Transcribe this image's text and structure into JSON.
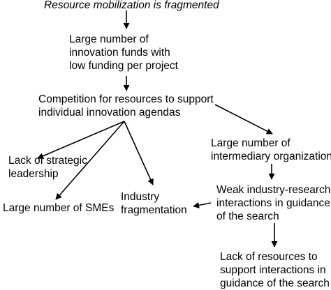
{
  "diagram": {
    "nodes": {
      "root": "Resource mobilization is fragmented",
      "funds": "Large number of\ninnovation funds with\nlow funding per project",
      "competition": "Competition for resources to support\nindividual innovation agendas",
      "intermediary": "Large number of\nintermediary organizations",
      "leadership": "Lack of strategic\nleadership",
      "industry_fragmentation": "Industry\nfragmentation",
      "weak_interactions": "Weak industry-research\ninteractions in guidance\nof the search",
      "smes": "Large number of SMEs",
      "lack_resources": "Lack of resources to\nsupport interactions in\nguidance of the search"
    },
    "edges": [
      {
        "from": "root",
        "to": "funds"
      },
      {
        "from": "funds",
        "to": "competition"
      },
      {
        "from": "competition",
        "to": "intermediary"
      },
      {
        "from": "competition",
        "to": "leadership"
      },
      {
        "from": "competition",
        "to": "smes"
      },
      {
        "from": "competition",
        "to": "industry_fragmentation"
      },
      {
        "from": "intermediary",
        "to": "weak_interactions"
      },
      {
        "from": "weak_interactions",
        "to": "industry_fragmentation"
      },
      {
        "from": "weak_interactions",
        "to": "lack_resources"
      }
    ],
    "colors": {
      "text": "#000000",
      "arrow": "#000000",
      "background": "#ffffff"
    }
  }
}
